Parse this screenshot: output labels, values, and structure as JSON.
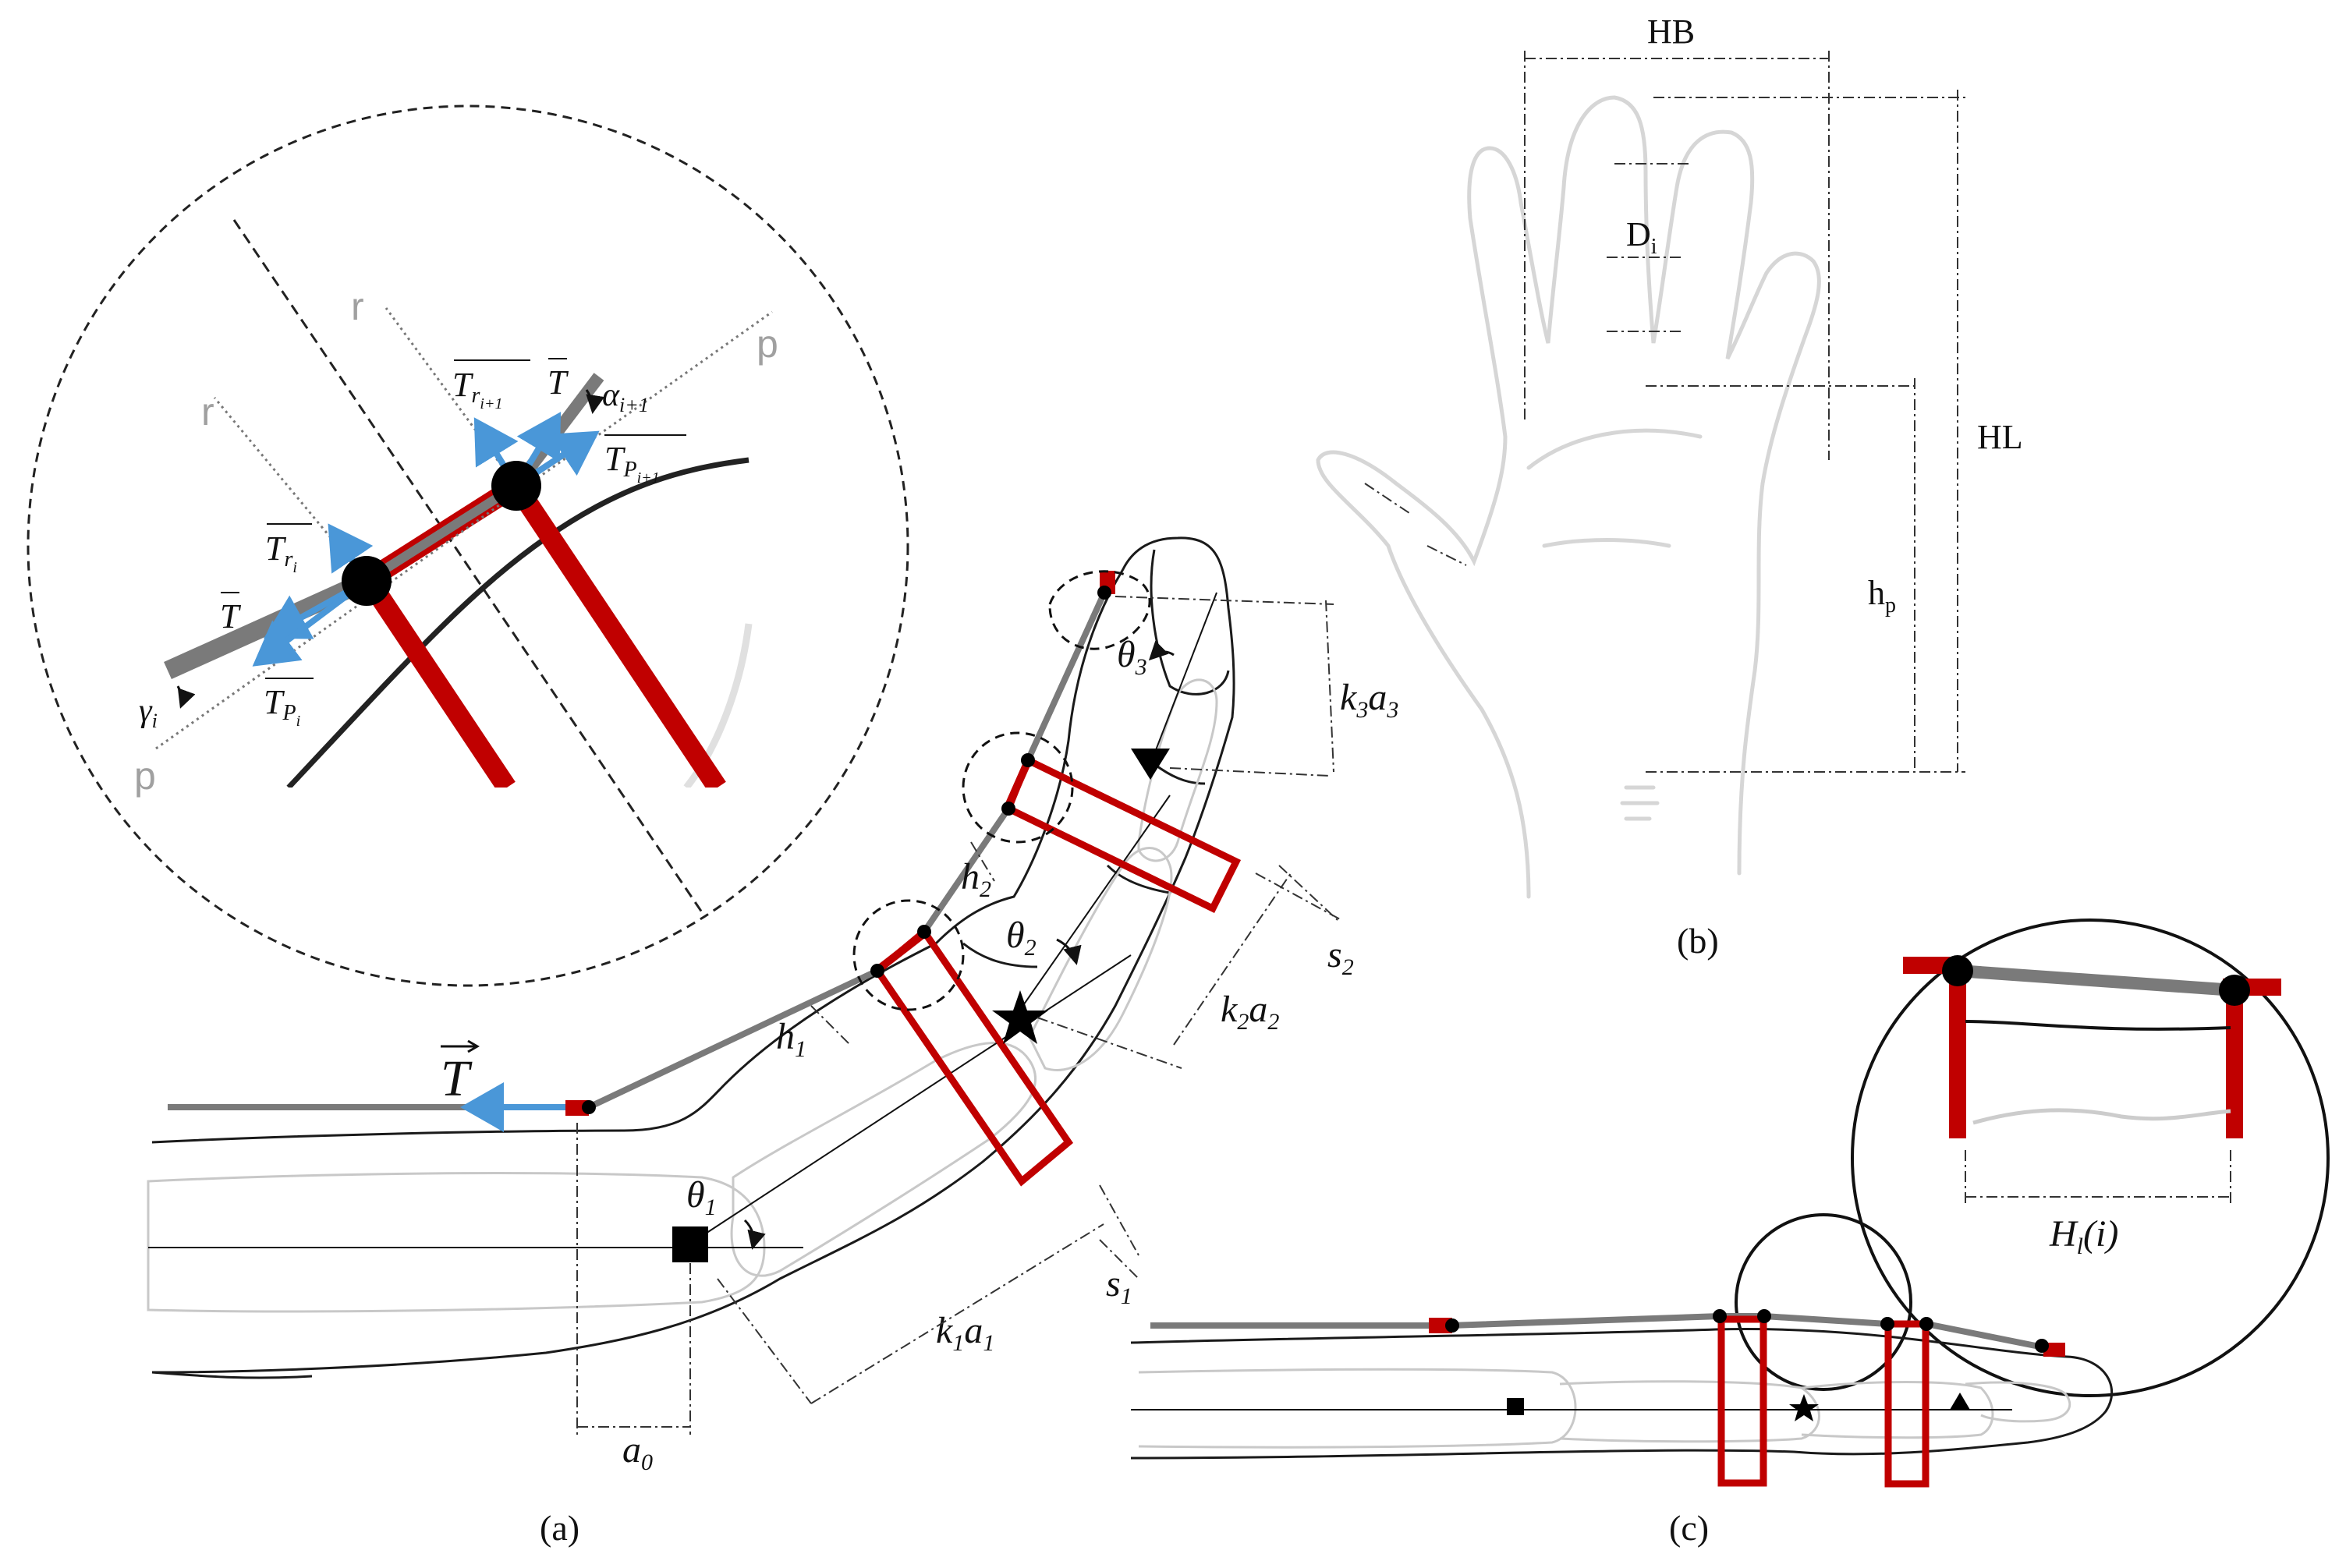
{
  "panels": {
    "a": {
      "caption": "(a)",
      "labels": {
        "T_main": "T",
        "theta1": "θ",
        "theta1_sub": "1",
        "theta2": "θ",
        "theta2_sub": "2",
        "theta3": "θ",
        "theta3_sub": "3",
        "h1": "h",
        "h1_sub": "1",
        "h2": "h",
        "h2_sub": "2",
        "s1": "s",
        "s1_sub": "1",
        "s2": "s",
        "s2_sub": "2",
        "k1a1": "k",
        "k1a1_sub1": "1",
        "k1a1_mid": "a",
        "k1a1_sub2": "1",
        "k2a2": "k",
        "k2a2_sub1": "2",
        "k2a2_mid": "a",
        "k2a2_sub2": "2",
        "k3a3": "k",
        "k3a3_sub1": "3",
        "k3a3_mid": "a",
        "k3a3_sub2": "3",
        "a0": "a",
        "a0_sub": "0"
      },
      "inset": {
        "r_left": "r",
        "r_right": "r",
        "p_top": "p",
        "p_bottom": "p",
        "T_ri": "T",
        "T_ri_sub": "r",
        "T_ri_subsub": "i",
        "T_ri1": "T",
        "T_ri1_sub": "r",
        "T_ri1_subsub": "i+1",
        "T_pi": "T",
        "T_pi_sub": "P",
        "T_pi_subsub": "i",
        "T_pi1": "T",
        "T_pi1_sub": "P",
        "T_pi1_subsub": "i+1",
        "T_left": "T",
        "T_top": "T",
        "gamma": "γ",
        "gamma_sub": "i",
        "alpha": "α",
        "alpha_sub": "i+1"
      }
    },
    "b": {
      "caption": "(b)",
      "labels": {
        "HB": "HB",
        "HL": "HL",
        "D": "D",
        "D_sub": "i",
        "hp": "h",
        "hp_sub": "p"
      }
    },
    "c": {
      "caption": "(c)",
      "labels": {
        "Hl": "H",
        "Hl_sub": "l",
        "Hl_tail": "(i)"
      }
    }
  },
  "colors": {
    "red": "#c00000",
    "blue": "#4a97d8",
    "tendon": "#7a7a7a",
    "bone": "#c8c8c8",
    "hand": "#d6d6d6"
  }
}
